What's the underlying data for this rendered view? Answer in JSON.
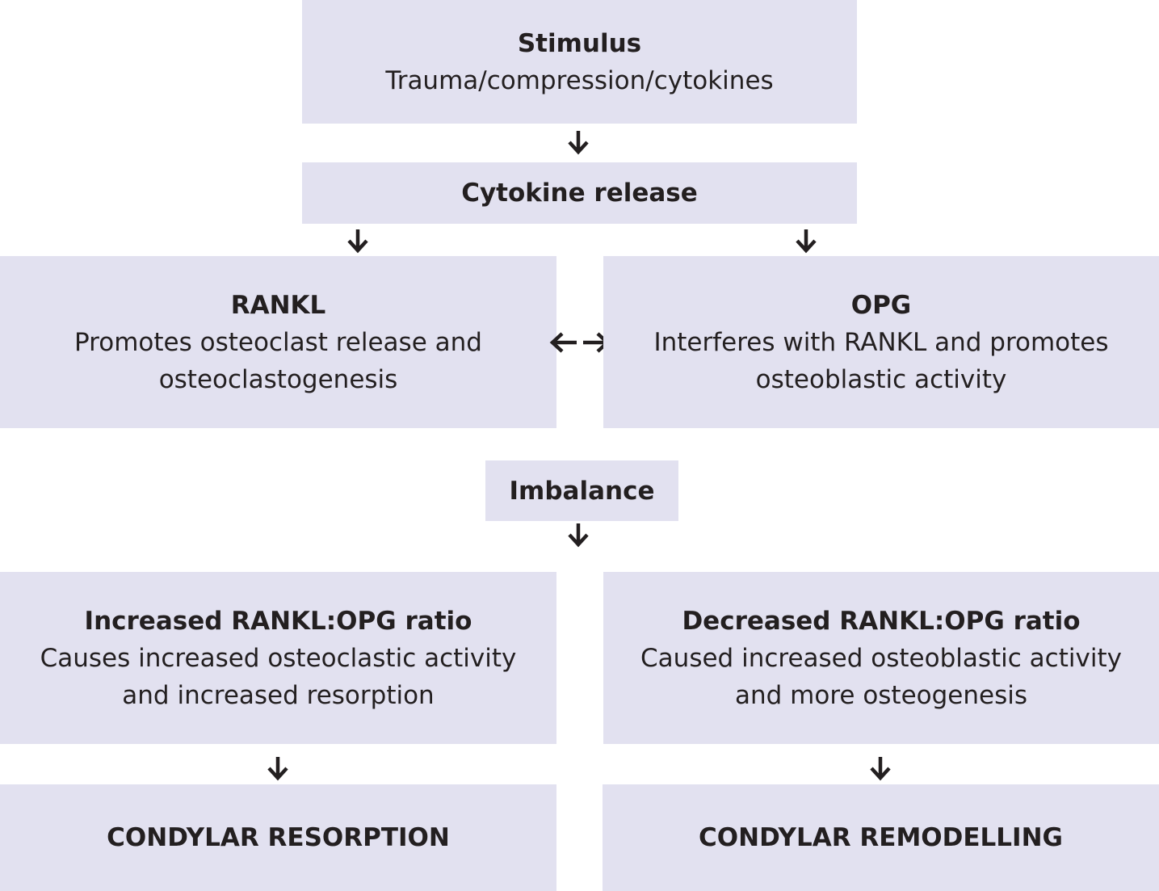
{
  "diagram": {
    "stimulus": {
      "title": "Stimulus",
      "desc": "Trauma/compression/cytokines"
    },
    "cytokine_release": {
      "title": "Cytokine release"
    },
    "rankl": {
      "title": "RANKL",
      "desc_line1": "Promotes osteoclast release and",
      "desc_line2": "osteoclastogenesis"
    },
    "opg": {
      "title": "OPG",
      "desc_line1": "Interferes with RANKL and promotes",
      "desc_line2": "osteoblastic activity"
    },
    "imbalance": {
      "title": "Imbalance"
    },
    "increased_ratio": {
      "title": "Increased RANKL:OPG ratio",
      "desc_line1": "Causes increased osteoclastic activity",
      "desc_line2": "and increased resorption"
    },
    "decreased_ratio": {
      "title": "Decreased RANKL:OPG ratio",
      "desc_line1": "Caused increased osteoblastic activity",
      "desc_line2": "and more osteogenesis"
    },
    "resorption": {
      "title": "CONDYLAR RESORPTION"
    },
    "remodelling": {
      "title": "CONDYLAR REMODELLING"
    }
  },
  "colors": {
    "box_fill": "#e2e1f0",
    "text": "#231f20",
    "arrow": "#231f20"
  },
  "icons": {
    "down": "arrow-down-icon",
    "bidirectional": "double-arrow-icon"
  }
}
